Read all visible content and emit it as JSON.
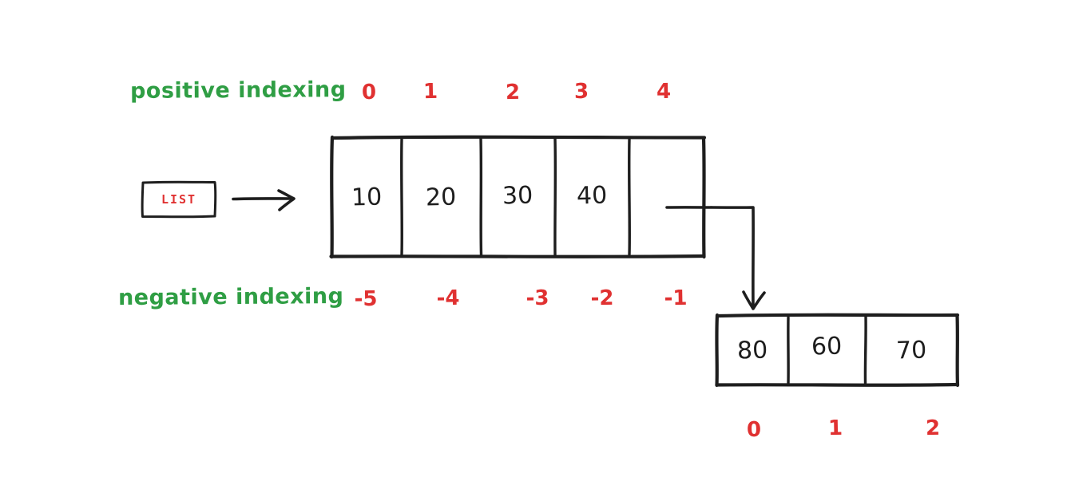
{
  "colors": {
    "background": "#ffffff",
    "green": "#2f9e44",
    "red": "#e03131",
    "ink": "#1e1e1e"
  },
  "positive_row": {
    "label": "positive indexing",
    "indices": [
      "0",
      "1",
      "2",
      "3",
      "4"
    ]
  },
  "negative_row": {
    "label": "negative indexing",
    "indices": [
      "-5",
      "-4",
      "-3",
      "-2",
      "-1"
    ]
  },
  "list_pointer": {
    "label": "LIST"
  },
  "main_array": {
    "cells": [
      "10",
      "20",
      "30",
      "40",
      ""
    ]
  },
  "sub_array": {
    "cells": [
      "80",
      "60",
      "70"
    ],
    "indices": [
      "0",
      "1",
      "2"
    ]
  }
}
